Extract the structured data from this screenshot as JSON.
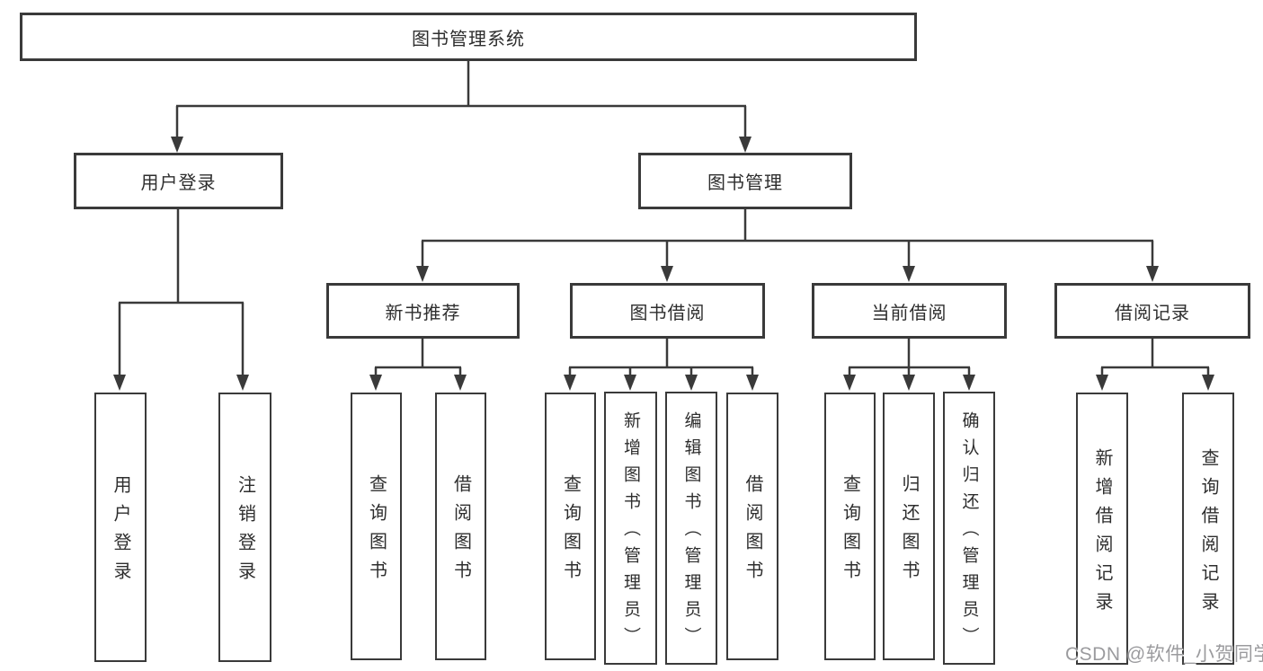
{
  "diagram": {
    "type": "hierarchy-tree",
    "title": "图书管理系统",
    "nodes": {
      "root": {
        "label": "图书管理系统"
      },
      "user_login": {
        "label": "用户登录"
      },
      "book_management": {
        "label": "图书管理"
      },
      "new_book_recommend": {
        "label": "新书推荐"
      },
      "book_borrow": {
        "label": "图书借阅"
      },
      "current_borrow": {
        "label": "当前借阅"
      },
      "borrow_records": {
        "label": "借阅记录"
      },
      "login_leaf": {
        "label": "用户登录"
      },
      "logout_leaf": {
        "label": "注销登录"
      },
      "rec_query_books": {
        "label": "查询图书"
      },
      "rec_borrow_books": {
        "label": "借阅图书"
      },
      "bb_query_books": {
        "label": "查询图书"
      },
      "bb_add_books": {
        "label": "新增图书（管理员）"
      },
      "bb_edit_books": {
        "label": "编辑图书（管理员）"
      },
      "bb_borrow_books": {
        "label": "借阅图书"
      },
      "cb_query_books": {
        "label": "查询图书"
      },
      "cb_return_books": {
        "label": "归还图书"
      },
      "cb_confirm_return": {
        "label": "确认归还（管理员）"
      },
      "br_add_record": {
        "label": "新增借阅记录"
      },
      "br_query_record": {
        "label": "查询借阅记录"
      }
    },
    "hierarchy": {
      "图书管理系统": [
        "用户登录",
        "图书管理"
      ],
      "用户登录": [
        "用户登录",
        "注销登录"
      ],
      "图书管理": [
        "新书推荐",
        "图书借阅",
        "当前借阅",
        "借阅记录"
      ],
      "新书推荐": [
        "查询图书",
        "借阅图书"
      ],
      "图书借阅": [
        "查询图书",
        "新增图书（管理员）",
        "编辑图书（管理员）",
        "借阅图书"
      ],
      "当前借阅": [
        "查询图书",
        "归还图书",
        "确认归还（管理员）"
      ],
      "借阅记录": [
        "新增借阅记录",
        "查询借阅记录"
      ]
    }
  },
  "watermark": {
    "text": "CSDN @软件_小贺同学"
  },
  "colors": {
    "line": "#3a3a3a",
    "box_border": "#3a3a3a",
    "box_fill": "#ffffff",
    "text": "#2e2e2e",
    "watermark": "#9b9b9e",
    "background": "#ffffff"
  }
}
